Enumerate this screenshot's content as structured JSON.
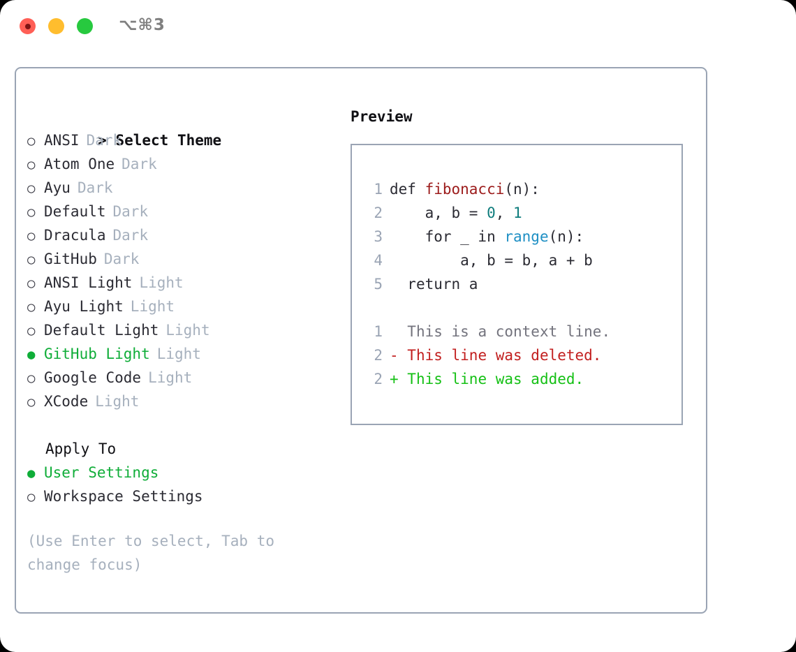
{
  "window": {
    "shortcut": "⌥⌘3",
    "traffic_lights": [
      {
        "name": "close",
        "color": "#ff5f56"
      },
      {
        "name": "minimize",
        "color": "#ffbd2e"
      },
      {
        "name": "maximize",
        "color": "#27c93f"
      }
    ]
  },
  "theme_picker": {
    "caret": ">",
    "heading": "Select Theme",
    "marker_unselected": "○",
    "marker_selected": "●",
    "items": [
      {
        "label": "ANSI",
        "variant": "Dark",
        "selected": false
      },
      {
        "label": "Atom One",
        "variant": "Dark",
        "selected": false
      },
      {
        "label": "Ayu",
        "variant": "Dark",
        "selected": false
      },
      {
        "label": "Default",
        "variant": "Dark",
        "selected": false
      },
      {
        "label": "Dracula",
        "variant": "Dark",
        "selected": false
      },
      {
        "label": "GitHub",
        "variant": "Dark",
        "selected": false
      },
      {
        "label": "ANSI Light",
        "variant": "Light",
        "selected": false
      },
      {
        "label": "Ayu Light",
        "variant": "Light",
        "selected": false
      },
      {
        "label": "Default Light",
        "variant": "Light",
        "selected": false
      },
      {
        "label": "GitHub Light",
        "variant": "Light",
        "selected": true
      },
      {
        "label": "Google Code",
        "variant": "Light",
        "selected": false
      },
      {
        "label": "XCode",
        "variant": "Light",
        "selected": false
      }
    ]
  },
  "apply_to": {
    "heading": "Apply To",
    "items": [
      {
        "label": "User Settings",
        "selected": true
      },
      {
        "label": "Workspace Settings",
        "selected": false
      }
    ]
  },
  "hint": "(Use Enter to select, Tab to change focus)",
  "preview": {
    "title": "Preview",
    "code_lines": [
      {
        "no": "1",
        "indent": "",
        "parts": [
          {
            "text": "def ",
            "token": "plain"
          },
          {
            "text": "fibonacci",
            "token": "fn"
          },
          {
            "text": "(n):",
            "token": "plain"
          }
        ]
      },
      {
        "no": "2",
        "indent": "    ",
        "parts": [
          {
            "text": "a, b = ",
            "token": "plain"
          },
          {
            "text": "0",
            "token": "num"
          },
          {
            "text": ", ",
            "token": "plain"
          },
          {
            "text": "1",
            "token": "num"
          }
        ]
      },
      {
        "no": "3",
        "indent": "    ",
        "parts": [
          {
            "text": "for _ in ",
            "token": "plain"
          },
          {
            "text": "range",
            "token": "call"
          },
          {
            "text": "(n):",
            "token": "plain"
          }
        ]
      },
      {
        "no": "4",
        "indent": "        ",
        "parts": [
          {
            "text": "a, b = b, a + b",
            "token": "plain"
          }
        ]
      },
      {
        "no": "5",
        "indent": "  ",
        "parts": [
          {
            "text": "return a",
            "token": "plain"
          }
        ]
      }
    ],
    "diff_lines": [
      {
        "no": "1",
        "sign": "  ",
        "text": "This is a context line.",
        "kind": "context"
      },
      {
        "no": "2",
        "sign": "- ",
        "text": "This line was deleted.",
        "kind": "deleted"
      },
      {
        "no": "2",
        "sign": "+ ",
        "text": "This line was added.",
        "kind": "added"
      }
    ]
  },
  "colors": {
    "selected_green": "#0fad38",
    "muted_gray": "#a6b0bd",
    "border": "#9aa4b4",
    "token_function": "#9c1b1b",
    "token_number": "#0e7c7c",
    "token_call": "#1e8fc4",
    "diff_added": "#15c015",
    "diff_deleted": "#c21f1f",
    "diff_context": "#73737d"
  }
}
